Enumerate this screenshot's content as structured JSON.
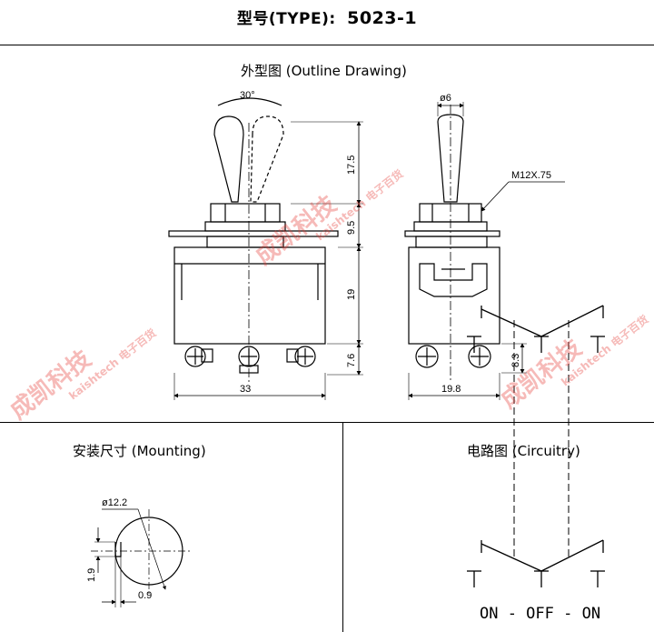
{
  "header": {
    "type_label": "型号(TYPE):",
    "model": "5023-1"
  },
  "sections": {
    "outline": "外型图 (Outline Drawing)",
    "mounting": "安装尺寸 (Mounting)",
    "circuitry": "电路图 (Circuitry)"
  },
  "dimensions": {
    "angle": "30°",
    "lever_dia": "ø6",
    "thread": "M12X.75",
    "lever_height": "17.5",
    "bushing_height": "9.5",
    "body_height": "19",
    "terminal_height": "7.6",
    "body_width": "33",
    "side_width": "19.8",
    "side_terminal": "8.3",
    "hole_dia": "ø12.2",
    "key_height": "1.9",
    "key_width": "0.9"
  },
  "circuit": {
    "positions": "ON - OFF - ON"
  },
  "watermark": {
    "text": "成凯科技",
    "sub": "kaishtech 电子百货"
  },
  "colors": {
    "line": "#000000",
    "watermark": "#e53935"
  }
}
